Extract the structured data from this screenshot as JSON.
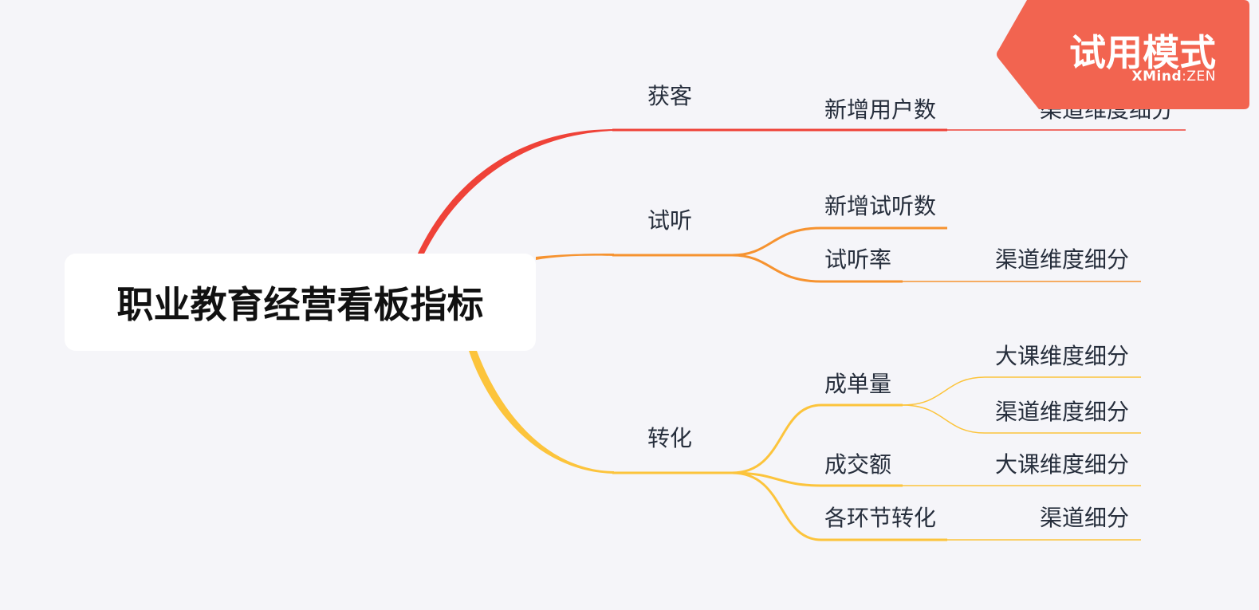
{
  "root": {
    "label": "职业教育经营看板指标"
  },
  "colors": {
    "red": "#ef4238",
    "orange": "#f69330",
    "yellow": "#fcc43c",
    "badge": "#f26450"
  },
  "branches": {
    "acquire": {
      "label": "获客",
      "children": {
        "new_users": {
          "label": "新增用户数",
          "children": [
            "渠道维度细分"
          ]
        }
      }
    },
    "trial": {
      "label": "试听",
      "children": {
        "new_trials": {
          "label": "新增试听数",
          "children": []
        },
        "trial_rate": {
          "label": "试听率",
          "children": [
            "渠道维度细分"
          ]
        }
      }
    },
    "convert": {
      "label": "转化",
      "children": {
        "orders": {
          "label": "成单量",
          "children": [
            "大课维度细分",
            "渠道维度细分"
          ]
        },
        "gmv": {
          "label": "成交额",
          "children": [
            "大课维度细分"
          ]
        },
        "funnel": {
          "label": "各环节转化",
          "children": [
            "渠道细分"
          ]
        }
      }
    }
  },
  "badge": {
    "title": "试用模式",
    "brand_left": "XMind",
    "brand_sep": ":",
    "brand_right": "ZEN"
  }
}
